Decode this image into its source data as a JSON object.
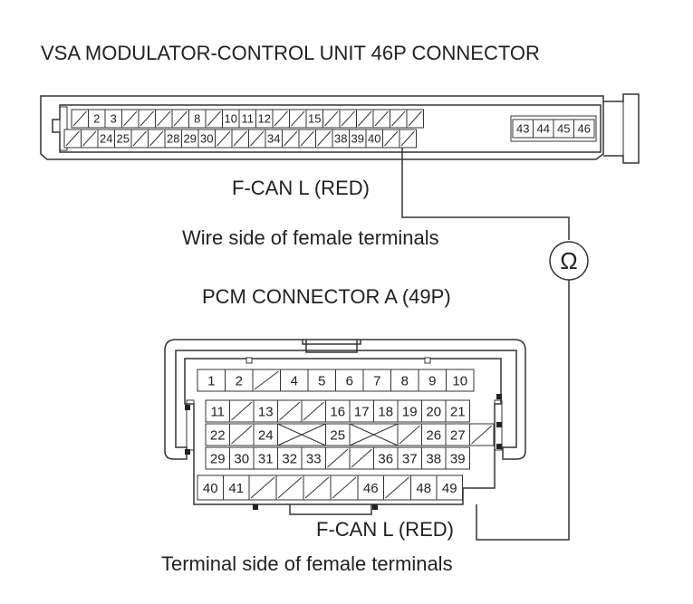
{
  "titles": {
    "vsa_connector": "VSA MODULATOR-CONTROL UNIT 46P CONNECTOR",
    "vsa_wire_label": "F-CAN L (RED)",
    "vsa_view": "Wire side of female terminals",
    "pcm_connector": "PCM CONNECTOR A (49P)",
    "pcm_wire_label": "F-CAN L (RED)",
    "pcm_view": "Terminal side of female terminals"
  },
  "meter_symbol": "Ω",
  "vsa_pins": {
    "top_row": [
      "",
      "2",
      "3",
      "",
      "",
      "",
      "",
      "8",
      "",
      "10",
      "11",
      "12",
      "",
      "",
      "15",
      "",
      "",
      "",
      "",
      "",
      ""
    ],
    "bottom_row": [
      "",
      "",
      "24",
      "25",
      "",
      "",
      "28",
      "29",
      "30",
      "",
      "",
      "",
      "34",
      "",
      "",
      "",
      "38",
      "39",
      "40",
      "",
      ""
    ],
    "side_block": [
      "43",
      "44",
      "45",
      "46"
    ]
  },
  "pcm_pins": {
    "row1": [
      "1",
      "2",
      "",
      "4",
      "5",
      "6",
      "7",
      "8",
      "9",
      "10"
    ],
    "row2": [
      "11",
      "",
      "13",
      "",
      "",
      "16",
      "17",
      "18",
      "19",
      "20",
      "21"
    ],
    "row3": [
      "22",
      "",
      "24",
      "",
      "25",
      "",
      "",
      "26",
      "27",
      ""
    ],
    "row4": [
      "29",
      "30",
      "31",
      "32",
      "33",
      "",
      "",
      "36",
      "37",
      "38",
      "39"
    ],
    "row5": [
      "40",
      "41",
      "",
      "",
      "",
      "",
      "46",
      "",
      "48",
      "49"
    ]
  }
}
